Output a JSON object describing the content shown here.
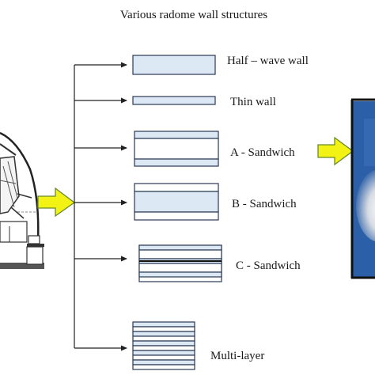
{
  "title": "Various radome wall structures",
  "items": [
    {
      "label": "Half – wave wall"
    },
    {
      "label": "Thin wall"
    },
    {
      "label": "A - Sandwich"
    },
    {
      "label": "B - Sandwich"
    },
    {
      "label": "C - Sandwich"
    },
    {
      "label": "Multi-layer"
    }
  ],
  "colors": {
    "panel_fill": "#dde8f5",
    "panel_stroke": "#2a3a55",
    "arrow_fill": "#f2f214",
    "arrow_stroke": "#6a8a2a",
    "connector": "#222222"
  }
}
